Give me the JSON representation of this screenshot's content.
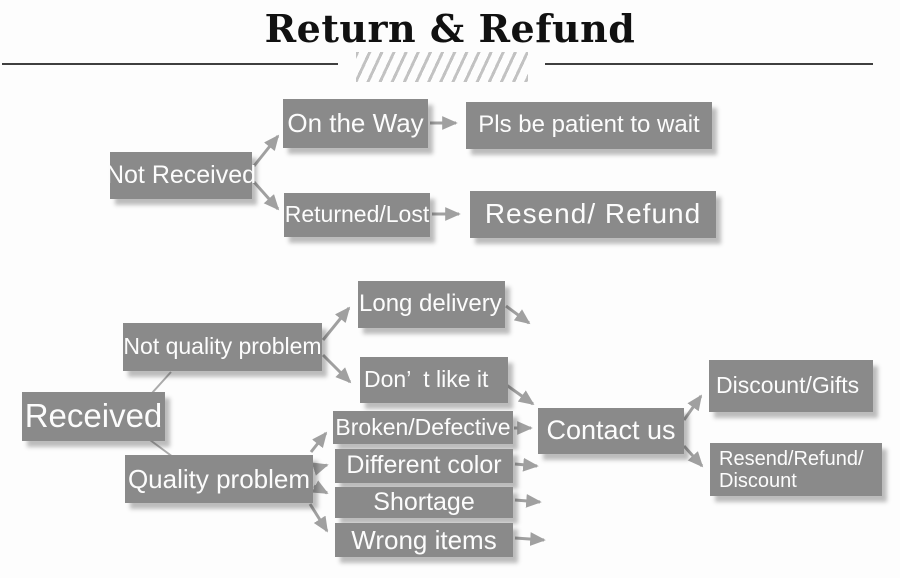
{
  "header": {
    "title": "Return & Refund"
  },
  "colors": {
    "box_fill": "#8a8a8a",
    "box_text": "#fcfcfc",
    "arrow": "#a0a0a0",
    "connector_line": "#ababab",
    "divider_line": "#3f3f3f",
    "hatch": "#c2c2c2",
    "title_text": "#111111",
    "background": "#fdfdfd"
  },
  "nodes": {
    "not_received": {
      "label": "Not Received"
    },
    "on_the_way": {
      "label": "On the Way"
    },
    "pls_wait": {
      "label": "Pls be patient to wait"
    },
    "returned_lost": {
      "label": "Returned/Lost"
    },
    "resend_refund": {
      "label": "Resend/ Refund"
    },
    "received": {
      "label": "Received"
    },
    "not_quality_problem": {
      "label": "Not quality problem"
    },
    "long_delivery": {
      "label": "Long delivery"
    },
    "dont_like_it": {
      "label": "Don’  t like it"
    },
    "quality_problem": {
      "label": "Quality problem"
    },
    "broken_defective": {
      "label": "Broken/Defective"
    },
    "different_color": {
      "label": "Different color"
    },
    "shortage": {
      "label": "Shortage"
    },
    "wrong_items": {
      "label": "Wrong items"
    },
    "contact_us": {
      "label": "Contact us"
    },
    "discount_gifts": {
      "label": "Discount/Gifts"
    },
    "resend_refund_discount": {
      "line1": "Resend/Refund/",
      "line2": "Discount"
    }
  },
  "edges": [
    {
      "from": "Not Received",
      "to": "On the Way"
    },
    {
      "from": "Not Received",
      "to": "Returned/Lost"
    },
    {
      "from": "On the Way",
      "to": "Pls be patient to wait"
    },
    {
      "from": "Returned/Lost",
      "to": "Resend/ Refund"
    },
    {
      "from": "Received",
      "to": "Not quality problem"
    },
    {
      "from": "Received",
      "to": "Quality problem"
    },
    {
      "from": "Not quality problem",
      "to": "Long delivery"
    },
    {
      "from": "Not quality problem",
      "to": "Don’  t like it"
    },
    {
      "from": "Don’  t like it",
      "to": "Contact us"
    },
    {
      "from": "Quality problem",
      "to": "Broken/Defective"
    },
    {
      "from": "Quality problem",
      "to": "Different color"
    },
    {
      "from": "Quality problem",
      "to": "Shortage"
    },
    {
      "from": "Quality problem",
      "to": "Wrong items"
    },
    {
      "from": "Broken/Defective",
      "to": "Contact us"
    },
    {
      "from": "Contact us",
      "to": "Discount/Gifts"
    },
    {
      "from": "Contact us",
      "to": "Resend/Refund/ Discount"
    }
  ]
}
